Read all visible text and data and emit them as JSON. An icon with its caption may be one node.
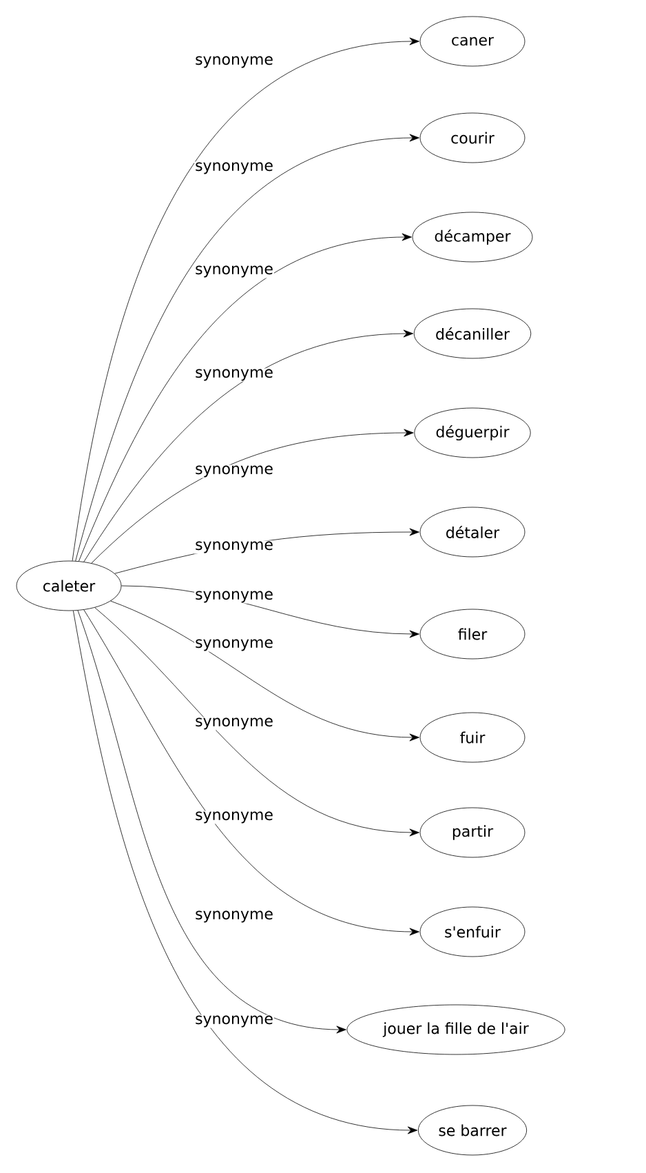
{
  "diagram": {
    "nodes": [
      {
        "text": [
          "caleter"
        ]
      },
      {
        "text": [
          "caner"
        ]
      },
      {
        "text": [
          "courir"
        ]
      },
      {
        "text": [
          "décamper"
        ]
      },
      {
        "text": [
          "décaniller"
        ]
      },
      {
        "text": [
          "déguerpir"
        ]
      },
      {
        "text": [
          "détaler"
        ]
      },
      {
        "text": [
          "filer"
        ]
      },
      {
        "text": [
          "fuir"
        ]
      },
      {
        "text": [
          "partir"
        ]
      },
      {
        "text": [
          "s'enfuir"
        ]
      },
      {
        "text": [
          "jouer la fille de l'air"
        ]
      },
      {
        "text": [
          "se barrer"
        ]
      }
    ],
    "edges": [
      {
        "from": 0,
        "to": 1,
        "arrow": "to",
        "label": "synonyme"
      },
      {
        "from": 0,
        "to": 2,
        "arrow": "to",
        "label": "synonyme"
      },
      {
        "from": 0,
        "to": 3,
        "arrow": "to",
        "label": "synonyme"
      },
      {
        "from": 0,
        "to": 4,
        "arrow": "to",
        "label": "synonyme"
      },
      {
        "from": 0,
        "to": 5,
        "arrow": "to",
        "label": "synonyme"
      },
      {
        "from": 0,
        "to": 6,
        "arrow": "to",
        "label": "synonyme"
      },
      {
        "from": 0,
        "to": 7,
        "arrow": "to",
        "label": "synonyme"
      },
      {
        "from": 0,
        "to": 8,
        "arrow": "to",
        "label": "synonyme"
      },
      {
        "from": 0,
        "to": 9,
        "arrow": "to",
        "label": "synonyme"
      },
      {
        "from": 0,
        "to": 10,
        "arrow": "to",
        "label": "synonyme"
      },
      {
        "from": 0,
        "to": 11,
        "arrow": "to",
        "label": "synonyme"
      },
      {
        "from": 0,
        "to": 12,
        "arrow": "to",
        "label": "synonyme"
      }
    ]
  }
}
